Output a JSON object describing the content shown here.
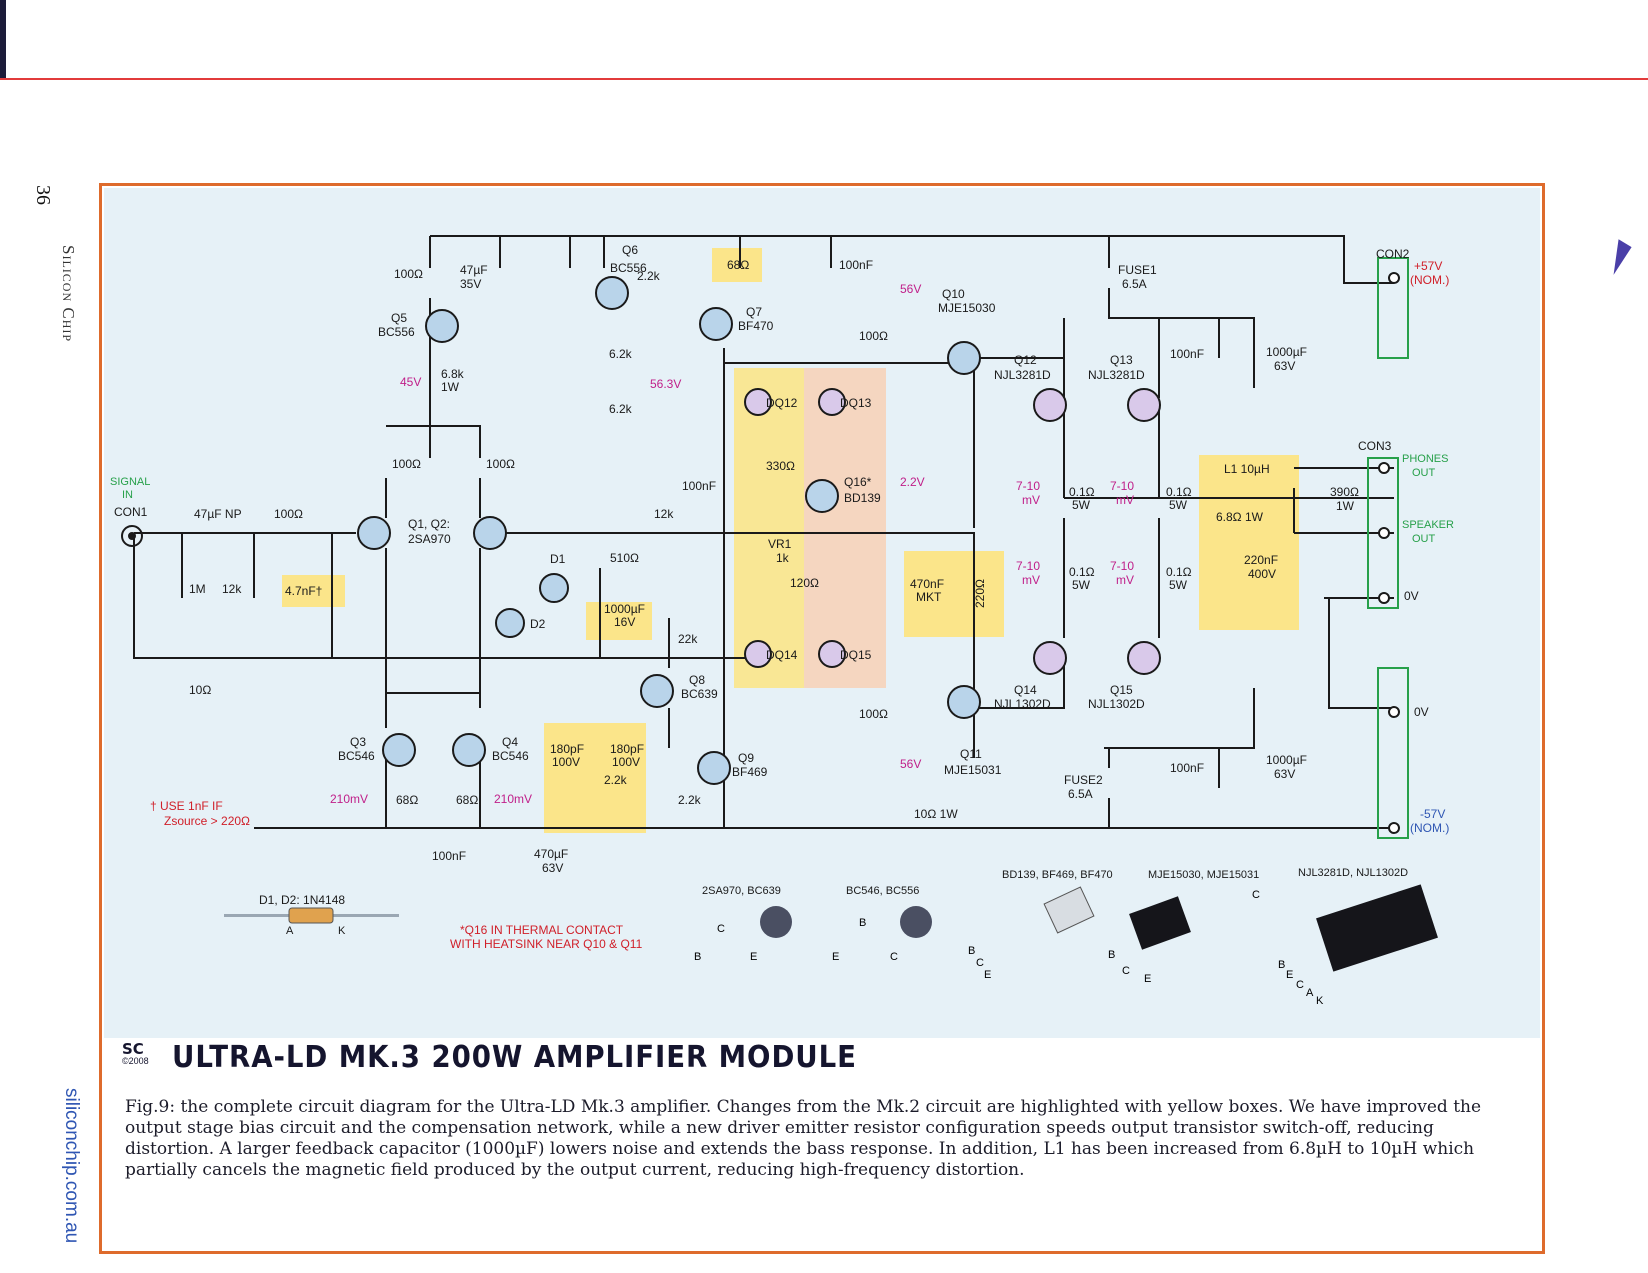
{
  "page": {
    "number": "36",
    "magazine": "Silicon Chip",
    "website": "siliconchip.com.au"
  },
  "figure": {
    "title": "ULTRA-LD MK.3 200W AMPLIFIER MODULE",
    "logo": "SC",
    "year": "©2008",
    "caption": "Fig.9: the complete circuit diagram for the Ultra-LD Mk.3 amplifier. Changes from the Mk.2 circuit are highlighted with yellow boxes. We have improved the output stage bias circuit and the compensation network, while a new driver emitter resistor configuration speeds output transistor switch-off, reducing distortion. A larger feedback capacitor (1000µF) lowers noise and extends the bass response. In addition, L1 has been increased from 6.8µH to 10µH which partially cancels the magnetic field produced by the output current, reducing high-frequency distortion."
  },
  "colors": {
    "frame": "#de6b2c",
    "schematic_bg": "#e6f1f7",
    "highlight_yellow": "#fbe58a",
    "highlight_pink": "#f3cfd3",
    "wire": "#1a1a1a",
    "annotation_magenta": "#c0208a",
    "signal_green": "#27a04a",
    "note_red": "#d0202a"
  },
  "labels": {
    "signal_in": [
      "SIGNAL",
      "IN"
    ],
    "con1": "CON1",
    "con2": "CON2",
    "con3": "CON3",
    "plus57": [
      "+57V",
      "(NOM.)"
    ],
    "minus57": [
      "-57V",
      "(NOM.)"
    ],
    "phones_out": [
      "PHONES",
      "OUT"
    ],
    "speaker_out": [
      "SPEAKER",
      "OUT"
    ],
    "zero_v": "0V",
    "fuse1": [
      "FUSE1",
      "6.5A"
    ],
    "fuse2": [
      "FUSE2",
      "6.5A"
    ],
    "note_dagger": [
      "† USE 1nF IF",
      "Zsource > 220Ω"
    ],
    "note_q16": [
      "*Q16 IN THERMAL CONTACT",
      "WITH HEATSINK NEAR Q10 & Q11"
    ],
    "d1d2": "D1, D2: 1N4148",
    "anode": "A",
    "cathode": "K"
  },
  "transistors": [
    {
      "ref": "Q1, Q2:",
      "type": "2SA970"
    },
    {
      "ref": "Q3",
      "type": "BC546"
    },
    {
      "ref": "Q4",
      "type": "BC546"
    },
    {
      "ref": "Q5",
      "type": "BC556"
    },
    {
      "ref": "Q6",
      "type": "BC556"
    },
    {
      "ref": "Q7",
      "type": "BF470"
    },
    {
      "ref": "Q8",
      "type": "BC639"
    },
    {
      "ref": "Q9",
      "type": "BF469"
    },
    {
      "ref": "Q10",
      "type": "MJE15030"
    },
    {
      "ref": "Q11",
      "type": "MJE15031"
    },
    {
      "ref": "Q12",
      "type": "NJL3281D"
    },
    {
      "ref": "Q13",
      "type": "NJL3281D"
    },
    {
      "ref": "Q14",
      "type": "NJL1302D"
    },
    {
      "ref": "Q15",
      "type": "NJL1302D"
    },
    {
      "ref": "Q16*",
      "type": "BD139"
    }
  ],
  "components": {
    "r1": "100Ω",
    "c_47u35": [
      "47µF",
      "35V"
    ],
    "r_22k_a": "2.2k",
    "r_68": "68Ω",
    "c_100n": "100nF",
    "r_62k_a": "6.2k",
    "r_62k_b": "6.2k",
    "r_68k": [
      "6.8k",
      "1W"
    ],
    "r_100a": "100Ω",
    "r_100b": "100Ω",
    "r_100c": "100Ω",
    "r_100d": "100Ω",
    "r_100e": "100Ω",
    "c_47np": "47µF NP",
    "r_1m": "1M",
    "r_12k": "12k",
    "c_47n": "4.7nF†",
    "r_10": "10Ω",
    "r_12k_fb": "12k",
    "r_510": "510Ω",
    "c_1000u16": [
      "1000µF",
      "16V"
    ],
    "r_22k": "22k",
    "d1": "D1",
    "d2": "D2",
    "r_330": "330Ω",
    "vr1": [
      "VR1",
      "1k"
    ],
    "r_120": "120Ω",
    "c_180p": [
      "180pF",
      "100V"
    ],
    "r_22k_b": "2.2k",
    "r_22k_c": "2.2k",
    "r_68_a": "68Ω",
    "r_68_b": "68Ω",
    "c_470u": [
      "470µF",
      "63V"
    ],
    "r_10_1w": "10Ω 1W",
    "r_01": [
      "0.1Ω",
      "5W"
    ],
    "c_470n": [
      "470nF",
      "MKT"
    ],
    "r_220": "220Ω",
    "l1": "L1 10µH",
    "r_68_1w": "6.8Ω 1W",
    "c_220n": [
      "220nF",
      "400V"
    ],
    "r_390": [
      "390Ω",
      "1W"
    ],
    "c_1000u63": [
      "1000µF",
      "63V"
    ],
    "dq": [
      "DQ12",
      "DQ13",
      "DQ14",
      "DQ15"
    ]
  },
  "annotations": {
    "v45": "45V",
    "v563": "56.3V",
    "v56": "56V",
    "v22": "2.2V",
    "mv210": "210mV",
    "mv710": [
      "7-10",
      "mV"
    ]
  },
  "packages": [
    {
      "name": "2SA970, BC639",
      "pins": [
        "C",
        "B",
        "E"
      ]
    },
    {
      "name": "BC546, BC556",
      "pins": [
        "B",
        "E",
        "C"
      ]
    },
    {
      "name": "BD139, BF469, BF470",
      "pins": [
        "B",
        "C",
        "E"
      ]
    },
    {
      "name": "MJE15030, MJE15031",
      "pins": [
        "C",
        "B",
        "C",
        "E"
      ]
    },
    {
      "name": "NJL3281D, NJL1302D",
      "pins": [
        "B",
        "E",
        "C",
        "A",
        "K"
      ]
    }
  ]
}
